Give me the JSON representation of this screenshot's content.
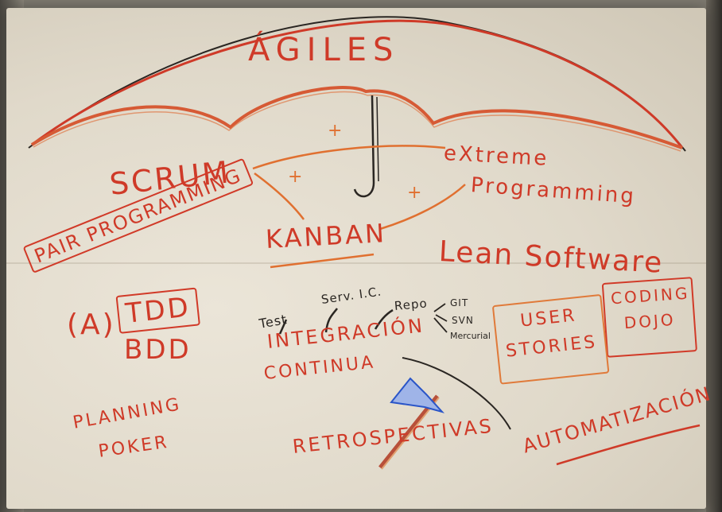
{
  "umbrella": {
    "title": "ÁGILES",
    "colors": {
      "red": "#cf3a28",
      "orange": "#e07030",
      "black": "#2a2622",
      "blue": "#2a55c8"
    }
  },
  "methods": {
    "scrum": "SCRUM",
    "kanban": "KANBAN",
    "xp_line1": "eXtreme",
    "xp_line2": "Programming",
    "plus_marks": [
      "+",
      "+",
      "+"
    ]
  },
  "practices": {
    "pair_programming": "PAIR PROGRAMMING",
    "tdd_prefix": "(A)",
    "tdd": "TDD",
    "bdd": "BDD",
    "lean_software": "Lean Software",
    "coding_dojo_line1": "CODING",
    "coding_dojo_line2": "DOJO",
    "user_stories_line1": "USER",
    "user_stories_line2": "STORIES",
    "planning_poker_line1": "PLANNING",
    "planning_poker_line2": "POKER",
    "retrospectivas": "RETROSPECTIVAS",
    "automatizacion": "AUTOMATIZACIÓN"
  },
  "ci": {
    "line1": "INTEGRACIÓN",
    "line2": "CONTINUA",
    "branches": [
      "Test",
      "Serv. I.C.",
      "Repo"
    ],
    "repo_items": [
      "GIT",
      "SVN",
      "Mercurial"
    ]
  }
}
